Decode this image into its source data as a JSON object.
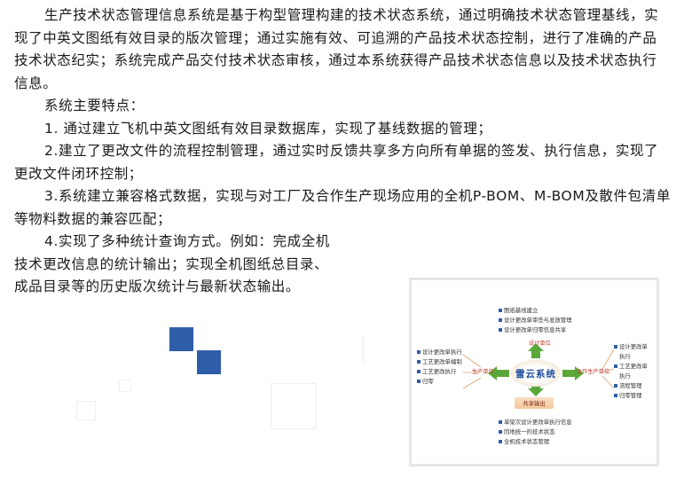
{
  "paragraphs": [
    {
      "text": "生产技术状态管理信息系统是基于构型管理构建的技术状态系统，通过明确技术状态管理基线，实现了中英文图纸有效目录的版次管理；通过实施有效、可追溯的产品技术状态控制，进行了准确的产品技术状态纪实；系统完成产品交付技术状态审核，通过本系统获得产品技术状态信息以及技术状态执行信息。",
      "indent": true
    },
    {
      "text": "系统主要特点：",
      "indent": true
    },
    {
      "text": "1. 通过建立飞机中英文图纸有效目录数据库，实现了基线数据的管理；",
      "indent": true
    },
    {
      "text": "2.建立了更改文件的流程控制管理，通过实时反馈共享多方向所有单据的签发、执行信息，实现了更改文件闭环控制；",
      "indent": true
    },
    {
      "text": "3.系统建立兼容格式数据，实现与对工厂及合作生产现场应用的全机P-BOM、M-BOM及散件包清单等物料数据的兼容匹配；",
      "indent": true
    },
    {
      "text": "4.实现了多种统计查询方式。例如：完成全机",
      "indent": true
    },
    {
      "text": "技术更改信息的统计输出；实现全机图纸总目录、",
      "indent": false
    },
    {
      "text": "成品目录等的历史版次统计与最新状态输出。",
      "indent": false
    }
  ],
  "figure": {
    "center": "雷云系统",
    "output": "共享输出",
    "nodes": {
      "top": "设计单位",
      "left": "生产单位",
      "right": "合作生产单位"
    },
    "top_items": [
      "图纸基线建立",
      "设计更改单审签与发放管理",
      "设计更改单归零信息共享"
    ],
    "left_items": [
      "设计更改单执行",
      "工艺更改单编制",
      "工艺更改执行",
      "归零"
    ],
    "right_items": [
      "设计更改单",
      "执行",
      "工艺更改单",
      "执行",
      "流程管理",
      "归零管理"
    ],
    "bottom_items": [
      "单架次设计更改单执行信息",
      "同地统一的技术状态",
      "全机技术状态管理"
    ]
  },
  "colors": {
    "accent_blue": "#2f5ea8",
    "node_red": "#c0392b",
    "arrow_green": "#5aa83a",
    "output_orange": "#f3c79c"
  }
}
